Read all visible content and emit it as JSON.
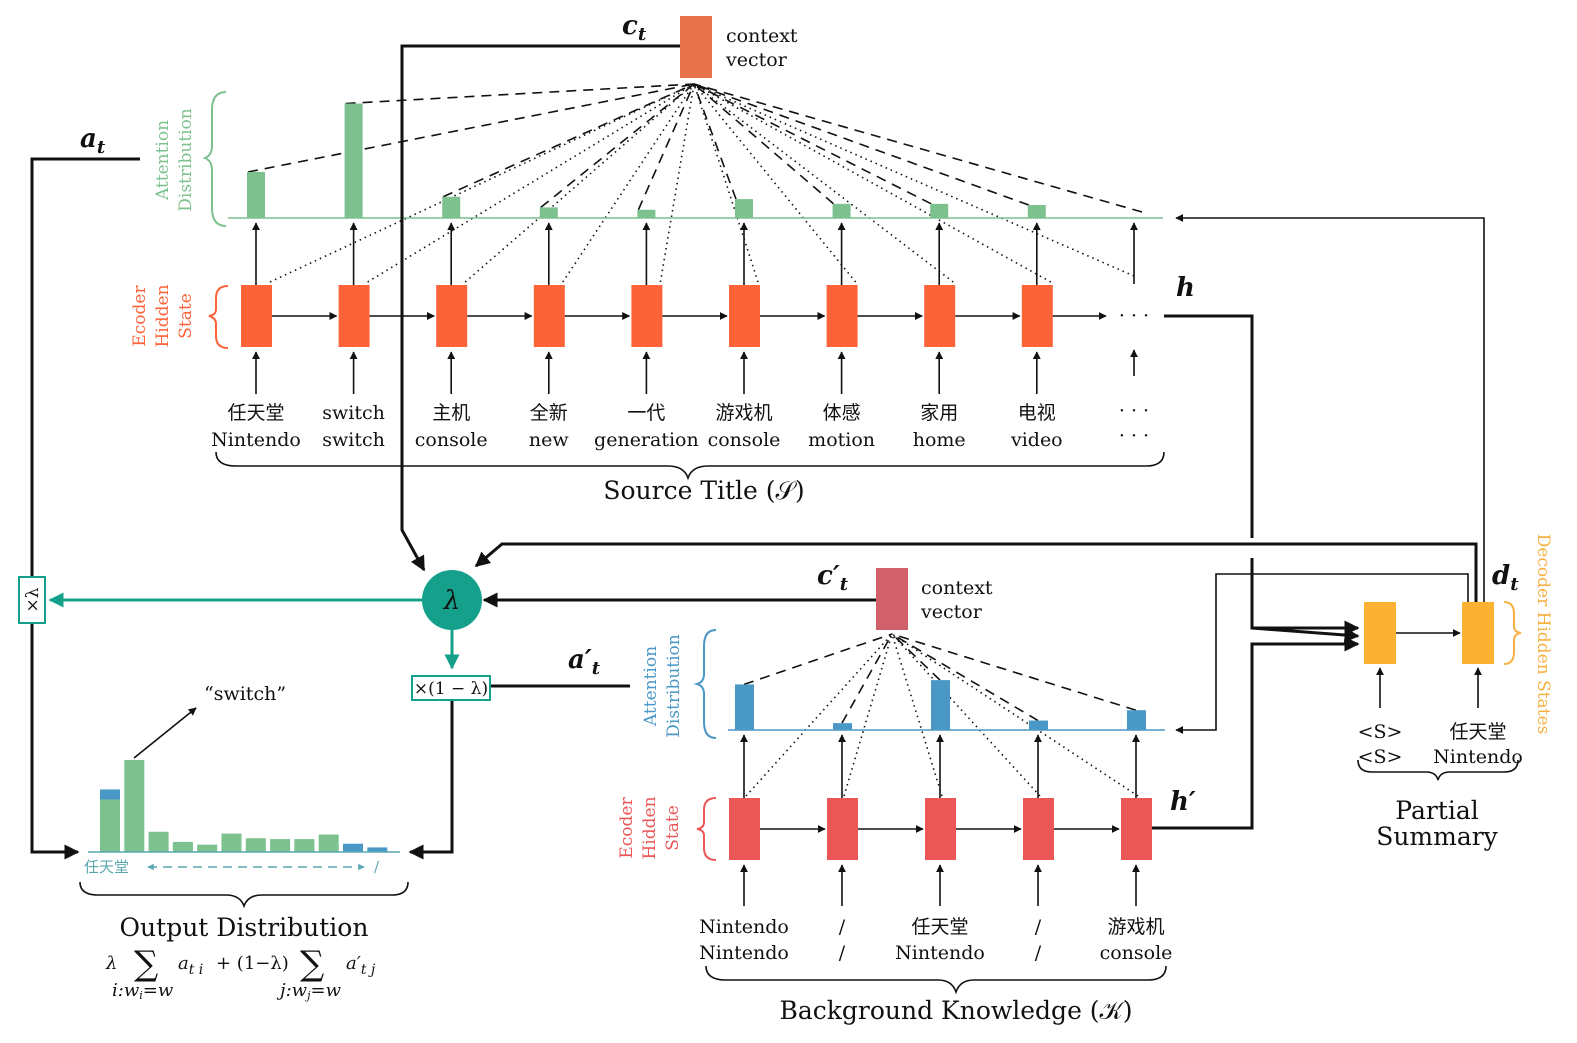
{
  "colors": {
    "encoder": "#fd6339",
    "bg_encoder": "#eb5656",
    "decoder": "#fbb233",
    "context_src": "#e6734b",
    "context_bg": "#d0616b",
    "attn_src": "#7cc18e",
    "attn_bg": "#4a98c6",
    "lambda": "#14a08a",
    "decoder_label": "#f7b143"
  },
  "source": {
    "caption": "Source Title (𝒮)",
    "encoder_label": [
      "Ecoder",
      "Hidden",
      "State"
    ],
    "attention_label": [
      "Attention",
      "Distribution"
    ],
    "tokens": [
      {
        "zh": "任天堂",
        "en": "Nintendo",
        "attn": 0.39
      },
      {
        "zh": "switch",
        "en": "switch",
        "attn": 0.97
      },
      {
        "zh": "主机",
        "en": "console",
        "attn": 0.18
      },
      {
        "zh": "全新",
        "en": "new",
        "attn": 0.09
      },
      {
        "zh": "一代",
        "en": "generation",
        "attn": 0.07
      },
      {
        "zh": "游戏机",
        "en": "console",
        "attn": 0.16
      },
      {
        "zh": "体感",
        "en": "motion",
        "attn": 0.12
      },
      {
        "zh": "家用",
        "en": "home",
        "attn": 0.12
      },
      {
        "zh": "电视",
        "en": "video",
        "attn": 0.11
      }
    ],
    "ellipsis": "· · ·",
    "context_label": [
      "context",
      "vector"
    ],
    "ct": "c",
    "ct_sub": "t",
    "h": "h",
    "at": "a",
    "at_sub": "t"
  },
  "background": {
    "caption": "Background Knowledge (𝒦)",
    "encoder_label": [
      "Ecoder",
      "Hidden",
      "State"
    ],
    "attention_label": [
      "Attention",
      "Distribution"
    ],
    "tokens": [
      {
        "zh": "Nintendo",
        "en": "Nintendo",
        "attn": 0.53
      },
      {
        "zh": "/",
        "en": "/",
        "attn": 0.08
      },
      {
        "zh": "任天堂",
        "en": "Nintendo",
        "attn": 0.58
      },
      {
        "zh": "/",
        "en": "/",
        "attn": 0.11
      },
      {
        "zh": "游戏机",
        "en": "console",
        "attn": 0.23
      }
    ],
    "context_label": [
      "context",
      "vector"
    ],
    "ct": "c′",
    "ct_sub": "t",
    "h": "h′",
    "at": "a′",
    "at_sub": "t"
  },
  "decoder": {
    "label": "Decoder Hidden States",
    "dt": "d",
    "dt_sub": "t",
    "tokens": [
      {
        "zh": "<S>",
        "en": "<S>"
      },
      {
        "zh": "任天堂",
        "en": "Nintendo"
      }
    ],
    "caption": [
      "Partial",
      "Summary"
    ]
  },
  "mixing": {
    "lambda": "λ",
    "times_lambda": "×λ",
    "times_one_minus_lambda": "×(1 − λ)"
  },
  "output": {
    "caption": "Output Distribution",
    "annotation": "“switch”",
    "axis_start": "任天堂",
    "axis_end": "/",
    "bars": [
      {
        "src": 0.57,
        "bg": 0.11
      },
      {
        "src": 1.0,
        "bg": 0.0
      },
      {
        "src": 0.22,
        "bg": 0.0
      },
      {
        "src": 0.11,
        "bg": 0.0
      },
      {
        "src": 0.08,
        "bg": 0.0
      },
      {
        "src": 0.2,
        "bg": 0.0
      },
      {
        "src": 0.15,
        "bg": 0.0
      },
      {
        "src": 0.14,
        "bg": 0.0
      },
      {
        "src": 0.14,
        "bg": 0.0
      },
      {
        "src": 0.19,
        "bg": 0.0
      },
      {
        "src": 0.0,
        "bg": 0.09
      },
      {
        "src": 0.0,
        "bg": 0.05
      }
    ],
    "formula": {
      "lambda": "λ",
      "sum": "∑",
      "term1": "a",
      "term1_sub": "t i",
      "mid": "+ (1−λ)",
      "term2": "a′",
      "term2_sub": "t j",
      "sub1": "i:w",
      "sub1_b": "i",
      "sub1_c": "=w",
      "sub2": "j:w",
      "sub2_b": "j",
      "sub2_c": "=w"
    }
  }
}
